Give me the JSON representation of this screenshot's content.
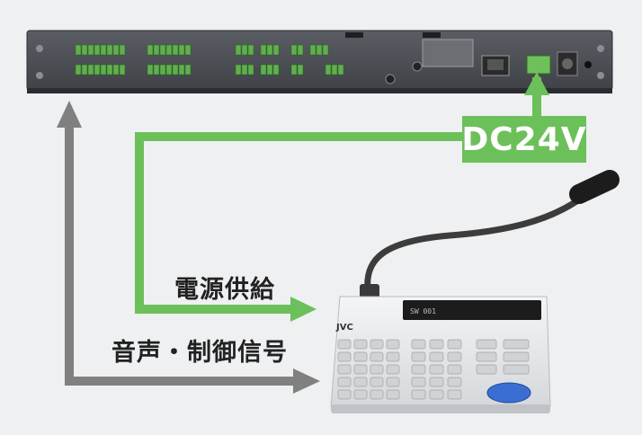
{
  "labels": {
    "power": "電源供給",
    "signal": "音声・制御信号",
    "dc": "DC24V"
  },
  "colors": {
    "background": "#eef0f2",
    "power_line": "#6cc05a",
    "signal_line": "#808080",
    "device_body": "#505359"
  },
  "console": {
    "brand": "JVC",
    "display": "SW 001"
  }
}
